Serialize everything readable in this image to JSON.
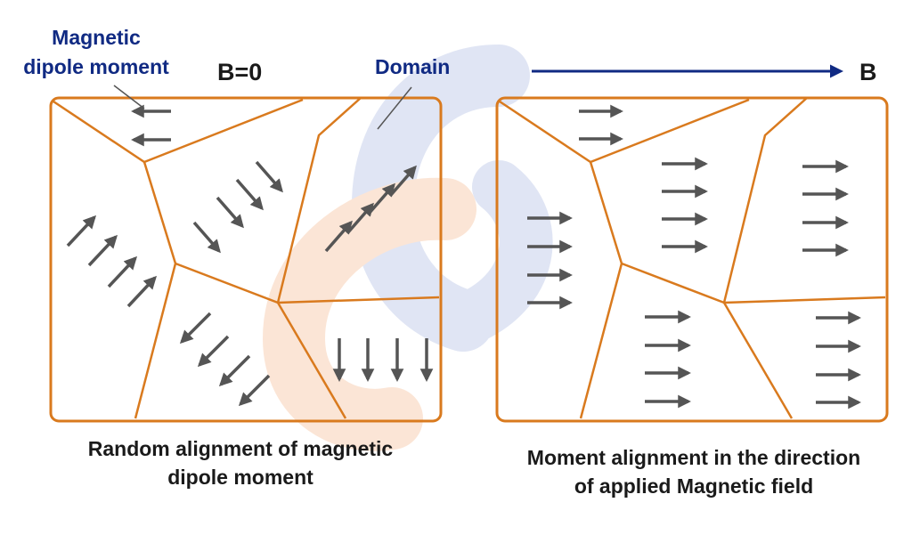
{
  "labels": {
    "dipole_line1": "Magnetic",
    "dipole_line2": "dipole moment",
    "b_zero": "B=0",
    "domain": "Domain",
    "b_field": "B",
    "caption_left_line1": "Random alignment of magnetic",
    "caption_left_line2": "dipole moment",
    "caption_right_line1": "Moment alignment in the direction",
    "caption_right_line2": "of applied Magnetic field"
  },
  "colors": {
    "domain_boundary": "#d97a1e",
    "arrow": "#555555",
    "label_blue": "#102a83",
    "field_arrow": "#102a83",
    "watermark_blue": "#dde3f3",
    "watermark_orange": "#fbe3d2"
  },
  "domains": {
    "left_state": "random",
    "right_state": "aligned",
    "domain_count": 6
  }
}
